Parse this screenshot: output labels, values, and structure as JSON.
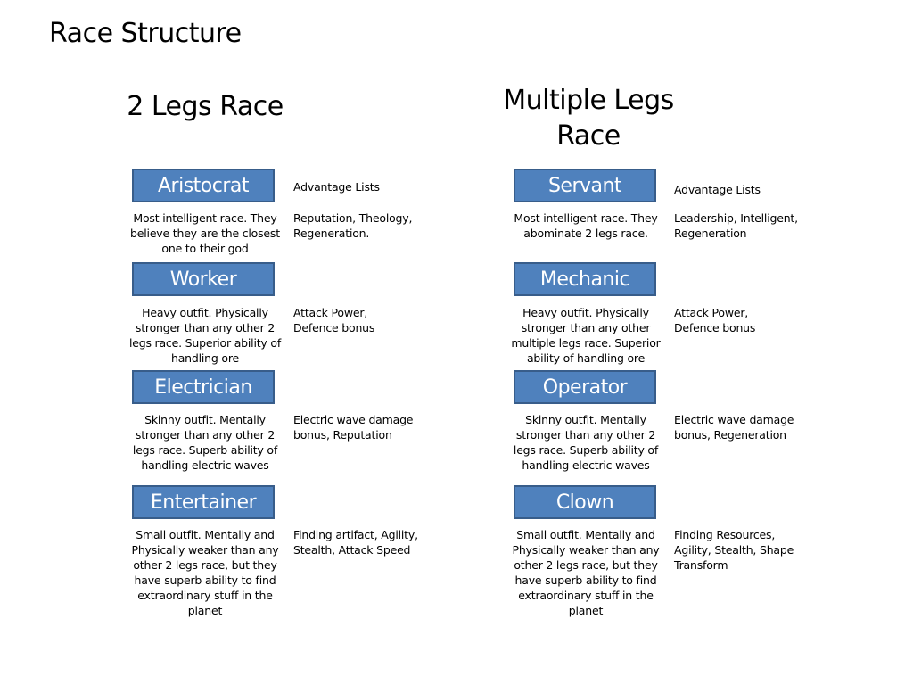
{
  "title": "Race Structure",
  "columns": [
    {
      "heading": "2 Legs Race",
      "races": [
        {
          "name": "Aristocrat",
          "advantage_header": "Advantage Lists",
          "description": "Most intelligent race. They believe they are the closest one to their god",
          "advantages": "Reputation, Theology, Regeneration."
        },
        {
          "name": "Worker",
          "description": "Heavy outfit. Physically stronger than any other 2 legs race. Superior ability of handling ore",
          "advantages": "Attack Power, Defence bonus"
        },
        {
          "name": "Electrician",
          "description": "Skinny outfit. Mentally stronger than any other 2 legs race. Superb ability of handling electric waves",
          "advantages": "Electric wave damage bonus, Reputation"
        },
        {
          "name": "Entertainer",
          "description": "Small outfit. Mentally and Physically weaker than any other 2 legs race, but they have superb ability to find extraordinary stuff in the planet",
          "advantages": "Finding artifact, Agility, Stealth, Attack Speed"
        }
      ]
    },
    {
      "heading": "Multiple Legs Race",
      "races": [
        {
          "name": "Servant",
          "advantage_header": "Advantage Lists",
          "description": "Most intelligent race. They abominate 2 legs race.",
          "advantages": "Leadership, Intelligent, Regeneration"
        },
        {
          "name": "Mechanic",
          "description": "Heavy outfit. Physically stronger than any other multiple legs race. Superior ability of handling ore",
          "advantages": "Attack Power, Defence bonus"
        },
        {
          "name": "Operator",
          "description": "Skinny outfit. Mentally stronger than any other 2 legs race. Superb ability of handling electric waves",
          "advantages": "Electric wave damage bonus, Regeneration"
        },
        {
          "name": "Clown",
          "description": "Small outfit. Mentally and Physically weaker than any other 2 legs race, but they have superb ability to find extraordinary stuff in the planet",
          "advantages": "Finding Resources, Agility, Stealth, Shape Transform"
        }
      ]
    }
  ]
}
